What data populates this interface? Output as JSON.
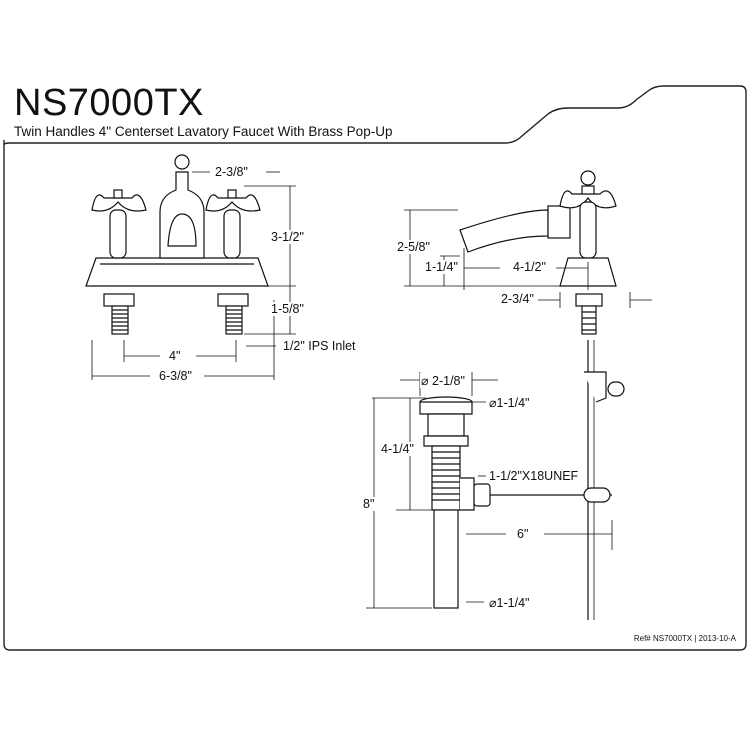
{
  "header": {
    "model": "NS7000TX",
    "description": "Twin Handles 4\" Centerset Lavatory Faucet With Brass Pop-Up"
  },
  "front_view": {
    "dims": {
      "handle_spacing": "2-3/8\"",
      "height": "3-1/2\"",
      "shank_length": "1-5/8\"",
      "inlet": "1/2\" IPS Inlet",
      "centerset": "4\"",
      "base_width": "6-3/8\""
    }
  },
  "side_view": {
    "dims": {
      "spout_height": "2-5/8\"",
      "spout_clearance": "1-1/4\"",
      "spout_reach": "4-1/2\"",
      "base_depth": "2-3/4\""
    }
  },
  "popup_view": {
    "dims": {
      "flange_diameter": "⌀ 2-1/8\"",
      "drain_top": "⌀1-1/4\"",
      "body_height": "4-1/4\"",
      "thread": "1-1/2\"X18UNEF",
      "overall_height": "8\"",
      "rod_length": "6\"",
      "tailpiece": "⌀1-1/4\""
    }
  },
  "footer": {
    "reference": "Ref# NS7000TX | 2013-10-A"
  }
}
